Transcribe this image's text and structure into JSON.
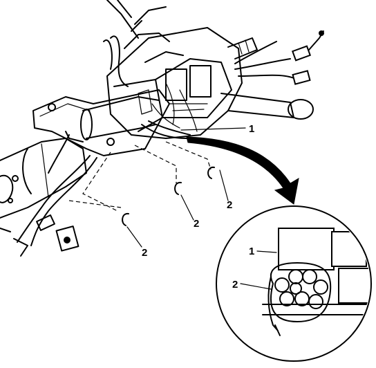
{
  "callouts": {
    "main_1": "1",
    "clip_a": "2",
    "clip_b": "2",
    "clip_c": "2",
    "detail_1": "1",
    "detail_2": "2"
  }
}
